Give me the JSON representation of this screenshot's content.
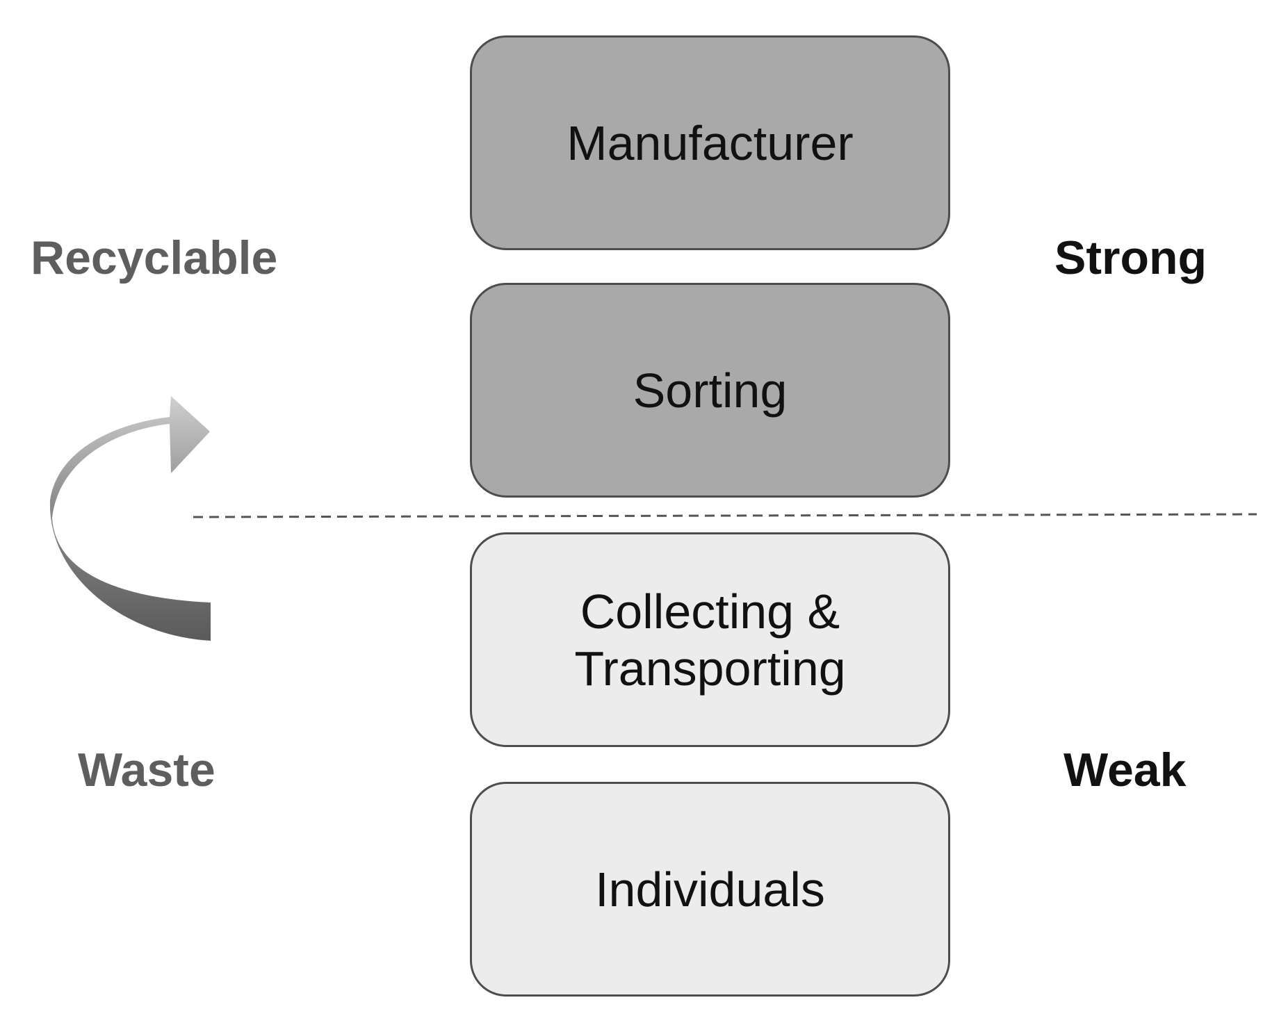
{
  "nodes": [
    {
      "label": "Manufacturer",
      "tone": "dark"
    },
    {
      "label": "Sorting",
      "tone": "dark"
    },
    {
      "label": "Collecting &\nTransporting",
      "tone": "light"
    },
    {
      "label": "Individuals",
      "tone": "light"
    }
  ],
  "left_axis": {
    "top_label": "Recyclable",
    "bottom_label": "Waste"
  },
  "right_axis": {
    "top_label": "Strong",
    "bottom_label": "Weak"
  },
  "colors": {
    "dark_box": "#a9a9a9",
    "light_box": "#ececec",
    "border": "#4d4d4d",
    "left_label": "#5e5e5e",
    "right_label": "#111111"
  }
}
